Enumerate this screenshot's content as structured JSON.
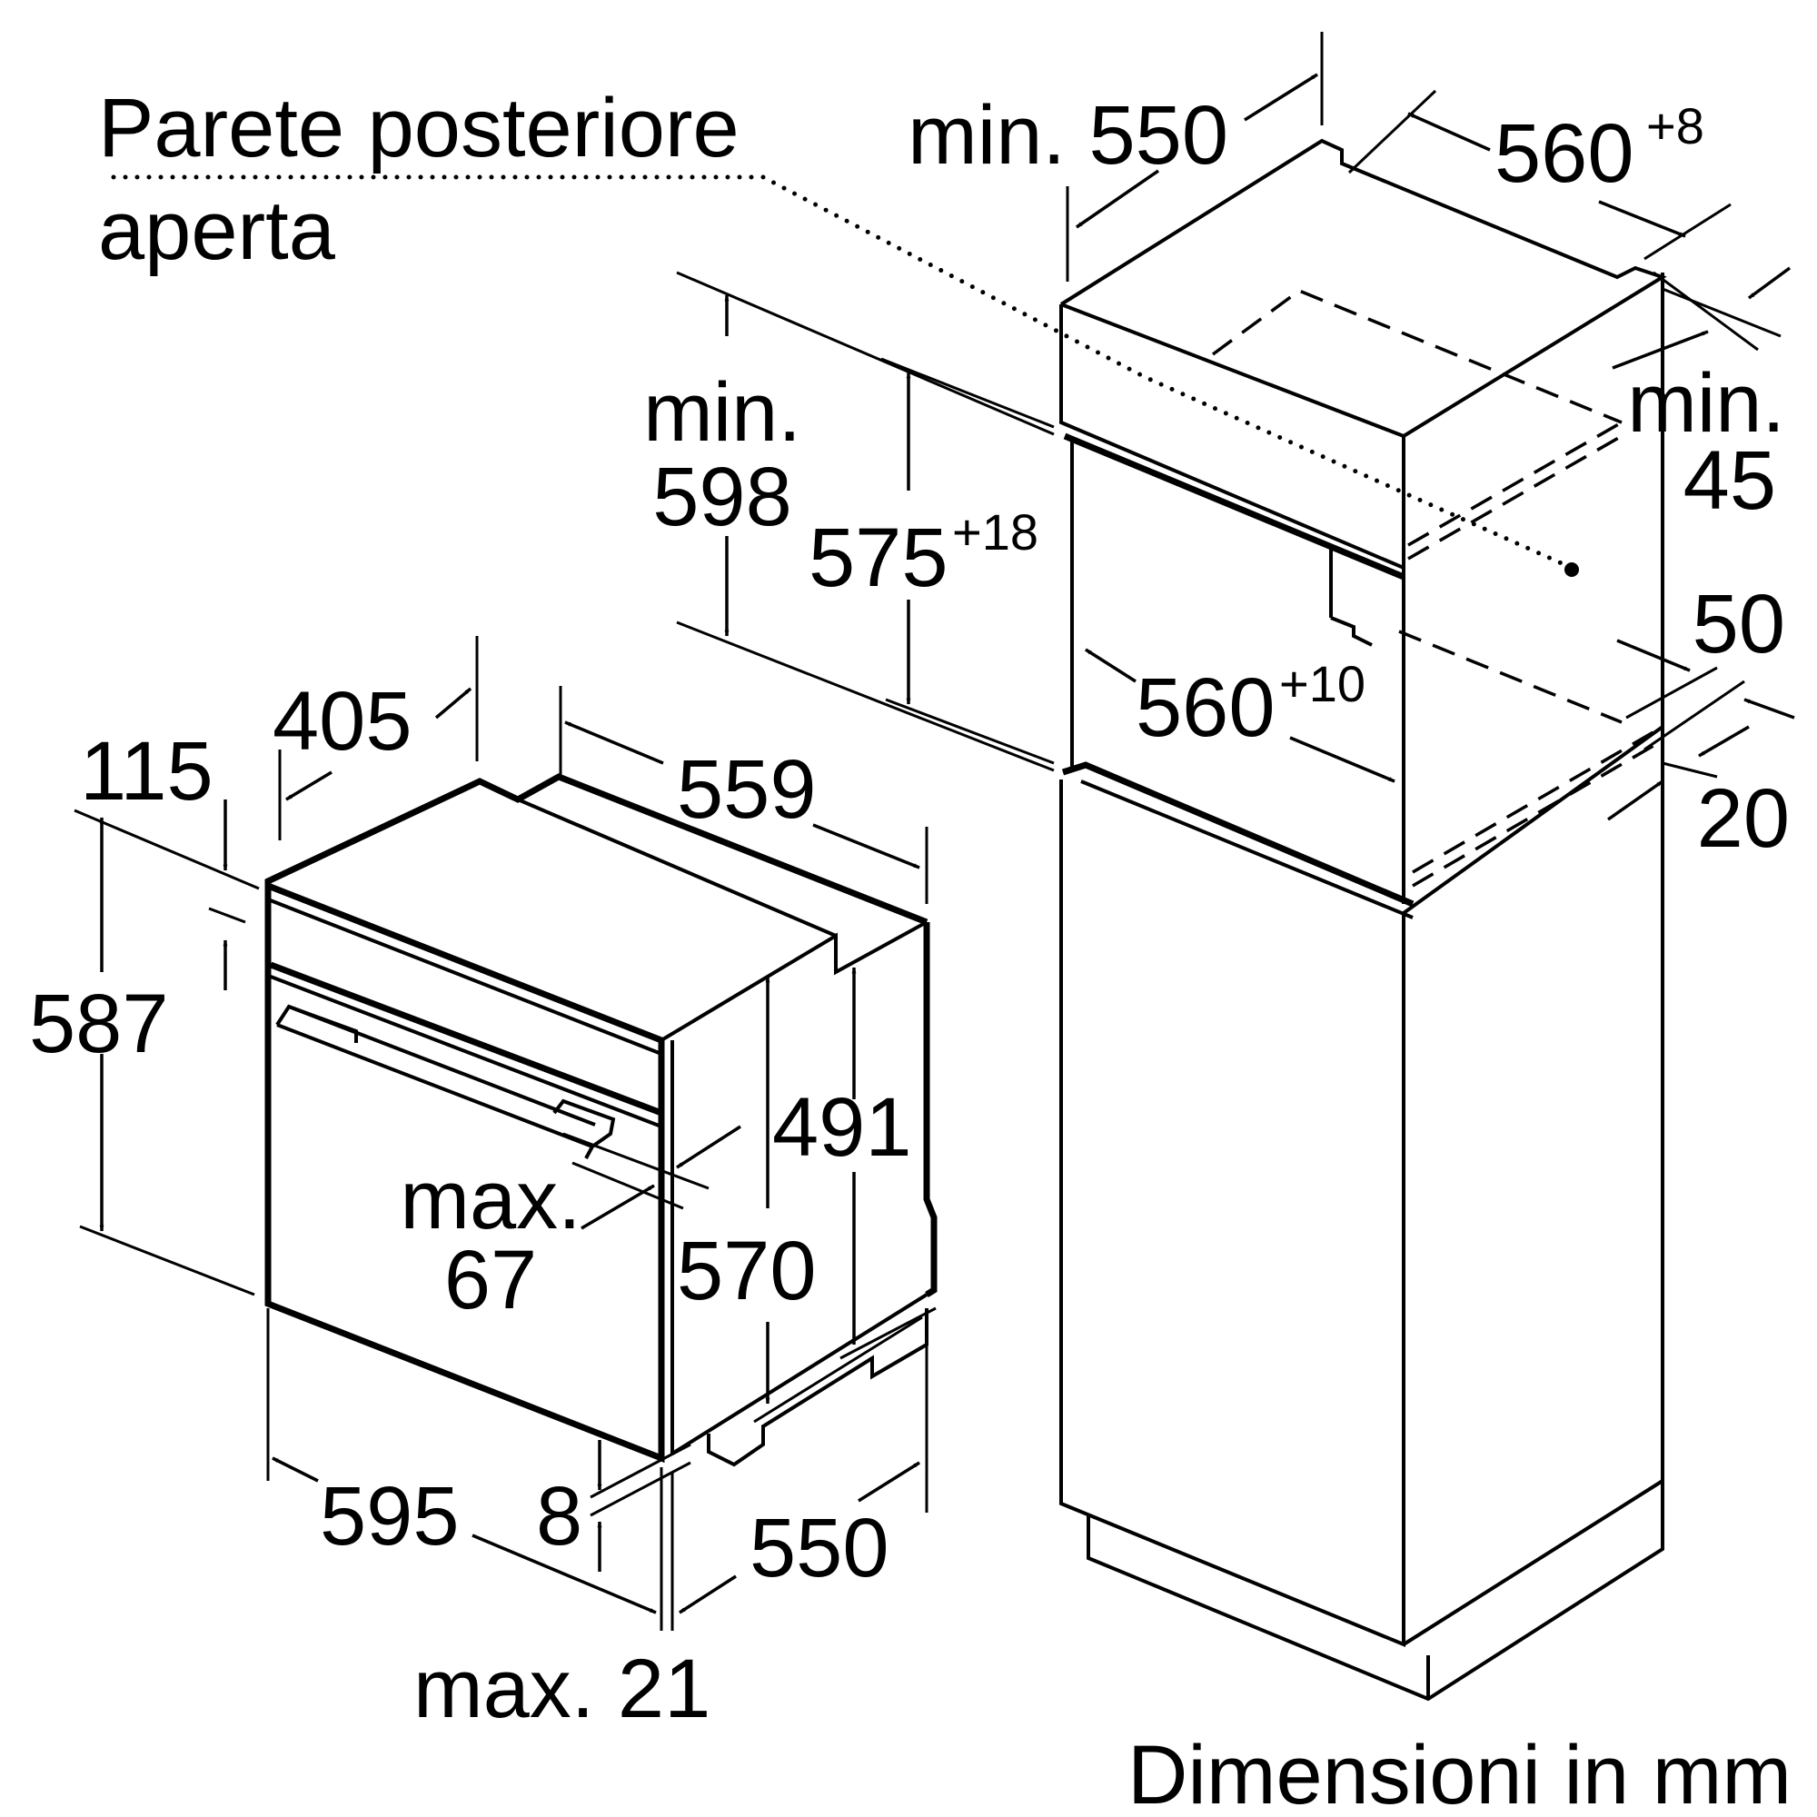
{
  "labels": {
    "rear_wall": "Parete posteriore",
    "rear_wall_open": "aperta",
    "units_note": "Dimensioni in mm"
  },
  "oven_dimensions": {
    "top_offset": "115",
    "panel_depth": "405",
    "width_top": "559",
    "height_total": "587",
    "inner_height": "491",
    "front_height": "570",
    "door_max_label": "max.",
    "door_max_value": "67",
    "width_front": "595",
    "bottom_step": "8",
    "depth": "550",
    "handle_max": "max. 21"
  },
  "niche_dimensions": {
    "depth_min": "min. 550",
    "top_width": "560",
    "top_width_tol": "+8",
    "height_min_label": "min.",
    "height_min_value": "598",
    "niche_height": "575",
    "niche_height_tol": "+18",
    "niche_width": "560",
    "niche_width_tol": "+10",
    "vent_min_label": "min.",
    "vent_min_value": "45",
    "vent_depth": "50",
    "vent_gap": "20"
  }
}
